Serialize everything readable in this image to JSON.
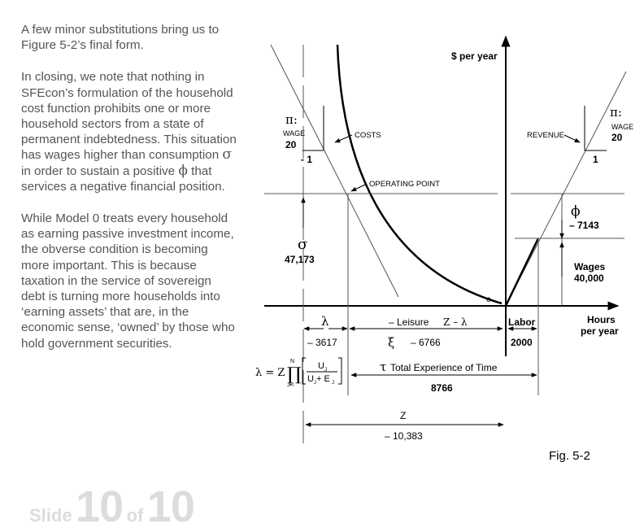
{
  "text": {
    "p1": "A few minor substitutions bring us to Figure 5-2’s final form.",
    "p2a": "In closing, we note that nothing in SFEcon’s formulation of the household cost function prohibits one or more household sectors from a state of permanent indebtedness. This situation has wages higher than consumption ",
    "sigma": "σ",
    "p2b": " in order to sustain a positive ",
    "phi": "ϕ",
    "p2c": " that services a negative financial position.",
    "p3": "While Model 0 treats every household as earning passive investment income, the obverse condition is becoming more important. This is because taxation in the service of sovereign debt is turning more households into ‘earning assets’ that are, in the economic sense, ‘owned’ by those who hold government securities."
  },
  "slide": {
    "word": "Slide",
    "current": "10",
    "of": "of",
    "total": "10"
  },
  "figure": {
    "y_axis_label": "$ per year",
    "x_axis_label_1": "Hours",
    "x_axis_label_2": "per year",
    "caption": "Fig. 5-2",
    "costs_label": "COSTS",
    "revenue_label": "REVENUE",
    "operating_point_label": "OPERATING POINT",
    "pi_left": "π:",
    "wage_left": "WAGE",
    "wage_left_value": "20",
    "minus_one": "- 1",
    "pi_right": "π:",
    "wage_right": "WAGE",
    "wage_right_value": "20",
    "one": "1",
    "sigma_symbol": "σ",
    "sigma_value": "47,173",
    "phi_symbol": "ϕ",
    "phi_value": "– 7143",
    "wages_label": "Wages",
    "wages_value": "40,000",
    "lambda_symbol": "λ",
    "lambda_value": "– 3617",
    "leisure_label": "– Leisure",
    "z_minus_lambda": "Z – λ",
    "xi_symbol": "ξ",
    "xi_value": "– 6766",
    "labor_label": "Labor",
    "labor_value": "2000",
    "tau_symbol": "τ",
    "tau_label": "Total Experience of Time",
    "tau_value": "8766",
    "z_label": "Z",
    "z_value": "– 10,383",
    "small_circle": "o",
    "formula": {
      "lhs": "λ = Z ·",
      "prod": "∏",
      "upper": "N",
      "lower": "J≠I",
      "numerator": "U",
      "num_sub": "J",
      "denominator": "U",
      "den_sub1": "J",
      "den_plus": " + E",
      "den_sub2": "J"
    }
  }
}
